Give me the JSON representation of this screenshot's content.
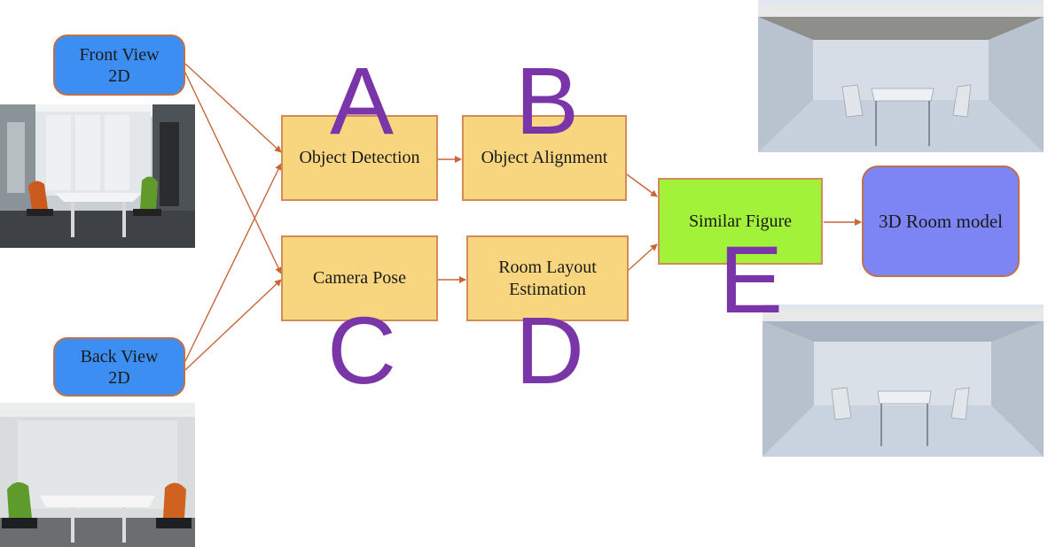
{
  "inputs": {
    "front": "Front View\n2D",
    "back": "Back View\n2D"
  },
  "steps": {
    "object_detection": "Object Detection",
    "object_alignment": "Object Alignment",
    "camera_pose": "Camera Pose",
    "room_layout": "Room Layout\nEstimation",
    "similar_figure": "Similar Figure",
    "room_model": "3D Room model"
  },
  "letters": {
    "a": "A",
    "b": "B",
    "c": "C",
    "d": "D",
    "e": "E"
  },
  "colors": {
    "input_fill": "#3d8ef2",
    "process_fill": "#f8d57f",
    "similar_fill": "#a2f23a",
    "model_fill": "#7d85f5",
    "letter": "#7a35a8",
    "arrow": "#c8663a"
  }
}
